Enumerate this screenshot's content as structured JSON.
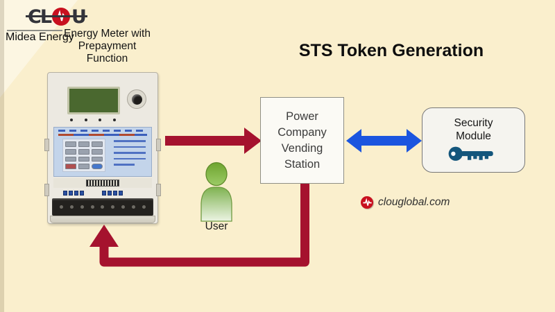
{
  "logo": {
    "text_left": "CL",
    "text_right": "U",
    "pulse_icon": "pulse-icon",
    "watermark": "Midea Energy"
  },
  "header": {
    "title": "STS Token Generation"
  },
  "meter": {
    "caption": "Energy Meter with\nPrepayment\nFunction"
  },
  "nodes": {
    "vending_station": {
      "label": "Power\nCompany\nVending\nStation"
    },
    "security_module": {
      "label": "Security\nModule",
      "icon": "key-icon"
    },
    "user": {
      "label": "User",
      "icon": "user-icon"
    }
  },
  "footer": {
    "website": "clouglobal.com",
    "icon": "pulse-icon"
  },
  "colors": {
    "background": "#FAEFCD",
    "accent_red": "#A5122E",
    "accent_blue": "#1B55DF",
    "key_teal": "#14567C",
    "logo_red": "#C8101F",
    "lcd_green": "#4A682F",
    "panel_blue": "#C3D4EA"
  }
}
